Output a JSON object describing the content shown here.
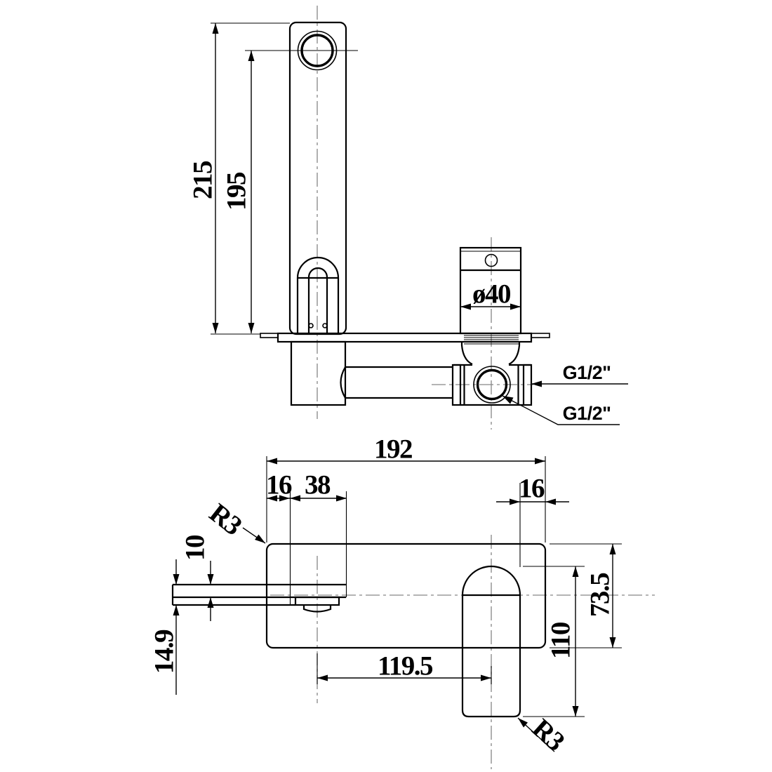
{
  "drawing_type": "faucet installation dimension drawing",
  "colors": {
    "line": "#000000",
    "centerline": "#868686",
    "background": "#ffffff"
  },
  "dims": {
    "height_total": "215",
    "height_spout": "195",
    "handle_diameter": "ø40",
    "inlet_1": "G1/2\"",
    "inlet_2": "G1/2\"",
    "plate_length": "192",
    "offset_left": "16",
    "spout_base_width": "38",
    "offset_right": "16",
    "plate_corner_radius": "R3",
    "spout_thickness": "10",
    "spout_tip_height": "14.9",
    "spout_to_handle": "119.5",
    "handle_slot_length": "110",
    "plate_width": "73.5",
    "handle_corner_radius": "R3"
  }
}
